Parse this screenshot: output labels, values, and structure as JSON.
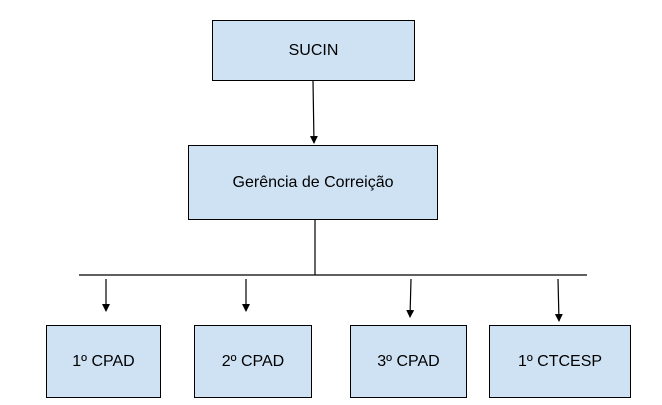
{
  "diagram": {
    "colors": {
      "box_fill": "#cfe2f3",
      "box_border": "#000000",
      "line": "#000000"
    },
    "nodes": {
      "sucin": "SUCIN",
      "gerencia": "Gerência de Correição",
      "cpad1": "1º CPAD",
      "cpad2": "2º CPAD",
      "cpad3": "3º CPAD",
      "ctcesp": "1º CTCESP"
    }
  }
}
